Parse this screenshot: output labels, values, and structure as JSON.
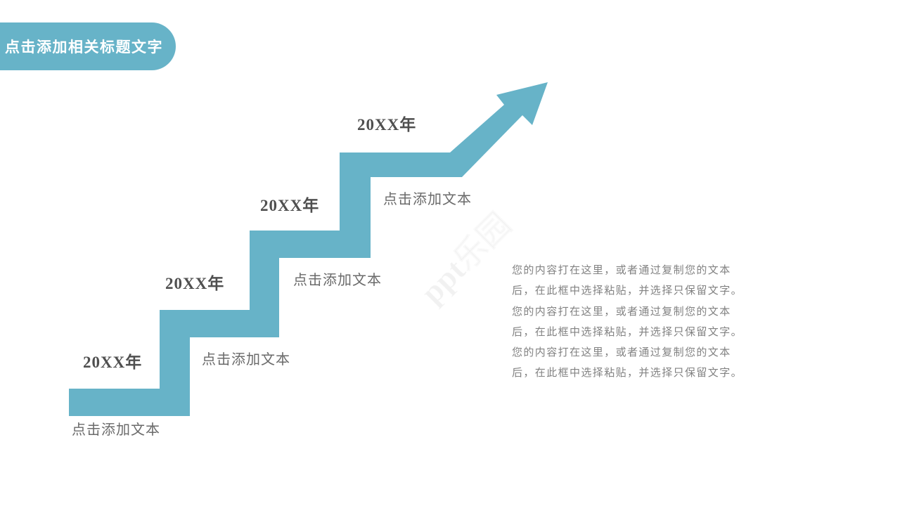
{
  "colors": {
    "accent": "#67b3c8",
    "year_text": "#4f4f4f",
    "caption_text": "#6a6a6a",
    "body_text": "#828282",
    "badge_text": "#ffffff"
  },
  "title_badge": {
    "label": "点击添加相关标题文字"
  },
  "steps": [
    {
      "year": "20XX年",
      "caption": "点击添加文本"
    },
    {
      "year": "20XX年",
      "caption": "点击添加文本"
    },
    {
      "year": "20XX年",
      "caption": "点击添加文本"
    },
    {
      "year": "20XX年",
      "caption": "点击添加文本"
    }
  ],
  "body": {
    "lines": [
      "您的内容打在这里，或者通过复制您的文本",
      "后，在此框中选择粘贴，并选择只保留文字。",
      "您的内容打在这里，或者通过复制您的文本",
      "后，在此框中选择粘贴，并选择只保留文字。",
      "您的内容打在这里，或者通过复制您的文本",
      "后，在此框中选择粘贴，并选择只保留文字。"
    ]
  },
  "watermark": {
    "text": "ppt乐园"
  }
}
